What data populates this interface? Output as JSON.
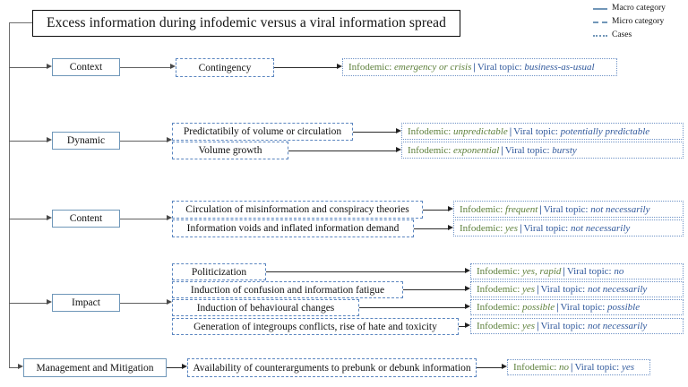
{
  "title": "Excess information during infodemic versus a viral information spread",
  "legend": [
    {
      "style": "solid",
      "label": "Macro category",
      "icon": "solid-line-icon"
    },
    {
      "style": "dashed",
      "label": "Micro category",
      "icon": "dashed-line-icon"
    },
    {
      "style": "dotted",
      "label": "Cases",
      "icon": "dotted-line-icon"
    }
  ],
  "colors": {
    "macro_border": "#6f97b9",
    "micro_border": "#5b86c0",
    "case_border": "#6f93c6",
    "infodemic_text": "#5c7f3a",
    "viral_text": "#31599c",
    "trunk": "#6e6e6e",
    "title_border": "#0d0d0d"
  },
  "rows": [
    {
      "macro": "Context",
      "micros": [
        {
          "label": "Contingency",
          "case": {
            "infodemic_label": "Infodemic:",
            "infodemic_value": "emergency or crisis",
            "separator": "|",
            "viral_label": "Viral topic:",
            "viral_value": "business-as-usual"
          }
        }
      ]
    },
    {
      "macro": "Dynamic",
      "micros": [
        {
          "label": "Predictatibily of volume or circulation",
          "case": {
            "infodemic_label": "Infodemic:",
            "infodemic_value": "unpredictable",
            "separator": "|",
            "viral_label": "Viral topic:",
            "viral_value": "potentially predictable"
          }
        },
        {
          "label": "Volume growth",
          "case": {
            "infodemic_label": "Infodemic:",
            "infodemic_value": "exponential",
            "separator": "|",
            "viral_label": "Viral topic:",
            "viral_value": "bursty"
          }
        }
      ]
    },
    {
      "macro": "Content",
      "micros": [
        {
          "label": "Circulation of misinformation and conspiracy theories",
          "case": {
            "infodemic_label": "Infodemic:",
            "infodemic_value": "frequent",
            "separator": "|",
            "viral_label": "Viral topic:",
            "viral_value": "not necessarily"
          }
        },
        {
          "label": "Information voids and inflated information demand",
          "case": {
            "infodemic_label": "Infodemic:",
            "infodemic_value": "yes",
            "separator": "|",
            "viral_label": "Viral topic:",
            "viral_value": "not necessarily"
          }
        }
      ]
    },
    {
      "macro": "Impact",
      "micros": [
        {
          "label": "Politicization",
          "case": {
            "infodemic_label": "Infodemic:",
            "infodemic_value": "yes, rapid",
            "separator": "|",
            "viral_label": "Viral topic:",
            "viral_value": "no"
          }
        },
        {
          "label": "Induction of confusion and information fatigue",
          "case": {
            "infodemic_label": "Infodemic:",
            "infodemic_value": "yes",
            "separator": "|",
            "viral_label": "Viral topic:",
            "viral_value": "not necessarily"
          }
        },
        {
          "label": "Induction of behavioural changes",
          "case": {
            "infodemic_label": "Infodemic:",
            "infodemic_value": "possible",
            "separator": "|",
            "viral_label": "Viral topic:",
            "viral_value": "possible"
          }
        },
        {
          "label": "Generation of integroups conflicts, rise of hate and toxicity",
          "case": {
            "infodemic_label": "Infodemic:",
            "infodemic_value": "yes",
            "separator": "|",
            "viral_label": "Viral topic:",
            "viral_value": "not necessarily"
          }
        }
      ]
    },
    {
      "macro": "Management and Mitigation",
      "micros": [
        {
          "label": "Availability of counterarguments to prebunk or debunk information",
          "case": {
            "infodemic_label": "Infodemic:",
            "infodemic_value": "no",
            "separator": "|",
            "viral_label": "Viral topic:",
            "viral_value": "yes"
          }
        }
      ]
    }
  ]
}
